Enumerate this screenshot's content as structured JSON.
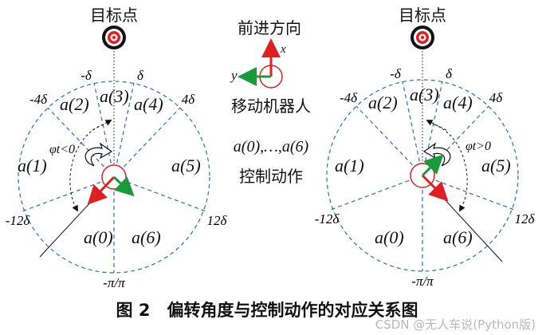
{
  "left_diagram": {
    "target_label": "目标点",
    "angle_labels": {
      "neg_delta": "-δ",
      "pos_delta": "δ",
      "neg_4delta": "-4δ",
      "pos_4delta": "4δ",
      "neg_12delta": "-12δ",
      "pos_12delta": "12δ",
      "pi": "-π/π"
    },
    "phi_label": "φt<0",
    "actions": [
      "a(0)",
      "a(1)",
      "a(2)",
      "a(3)",
      "a(4)",
      "a(5)",
      "a(6)"
    ]
  },
  "right_diagram": {
    "target_label": "目标点",
    "angle_labels": {
      "neg_delta": "-δ",
      "pos_delta": "δ",
      "neg_4delta": "-4δ",
      "pos_4delta": "4δ",
      "neg_12delta": "-12δ",
      "pos_12delta": "12δ",
      "pi": "-π/π"
    },
    "phi_label": "φt>0",
    "actions": [
      "a(0)",
      "a(1)",
      "a(2)",
      "a(3)",
      "a(4)",
      "a(5)",
      "a(6)"
    ]
  },
  "legend": {
    "forward_direction": "前进方向",
    "x_axis": "x",
    "y_axis": "y",
    "robot": "移动机器人",
    "action_range": "a(0),…,a(6)",
    "control_action": "控制动作"
  },
  "caption": "图 2　偏转角度与控制动作的对应关系图",
  "watermark": "CSDN @无人车说(Python版)",
  "colors": {
    "dash_circle": "#2a6fb5",
    "robot_circle": "#e02020",
    "arrow_red": "#e02020",
    "arrow_green": "#1a9a3a"
  }
}
